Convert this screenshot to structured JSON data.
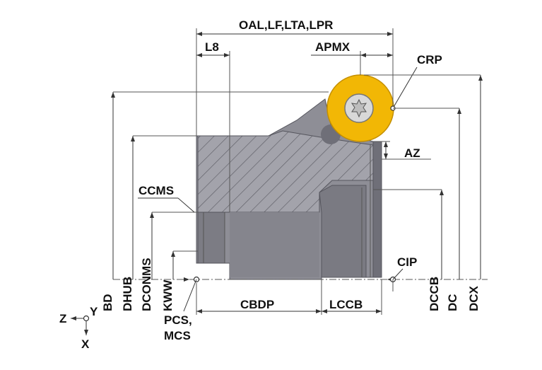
{
  "labels": {
    "oal": "OAL,LF,LTA,LPR",
    "l8": "L8",
    "apmx": "APMX",
    "crp": "CRP",
    "az": "AZ",
    "ccms": "CCMS",
    "cip": "CIP",
    "cbdp": "CBDP",
    "lccb": "LCCB",
    "pcs": "PCS,",
    "mcs": "MCS",
    "bd": "BD",
    "dhub": "DHUB",
    "dconms": "DCONMS",
    "kww": "KWW",
    "dccb": "DCCB",
    "dc": "DC",
    "dcx": "DCX",
    "axis_z": "Z",
    "axis_y": "Y",
    "axis_x": "X"
  },
  "colors": {
    "body": "#8e8e96",
    "body_dark": "#6f6f78",
    "hatch_face": "#a3a3ab",
    "insert": "#f2b705",
    "insert_edge": "#c48f00",
    "screw": "#c9c9c9"
  },
  "icons": {
    "screw": "torx-screw-icon",
    "point": "reference-point-icon"
  }
}
